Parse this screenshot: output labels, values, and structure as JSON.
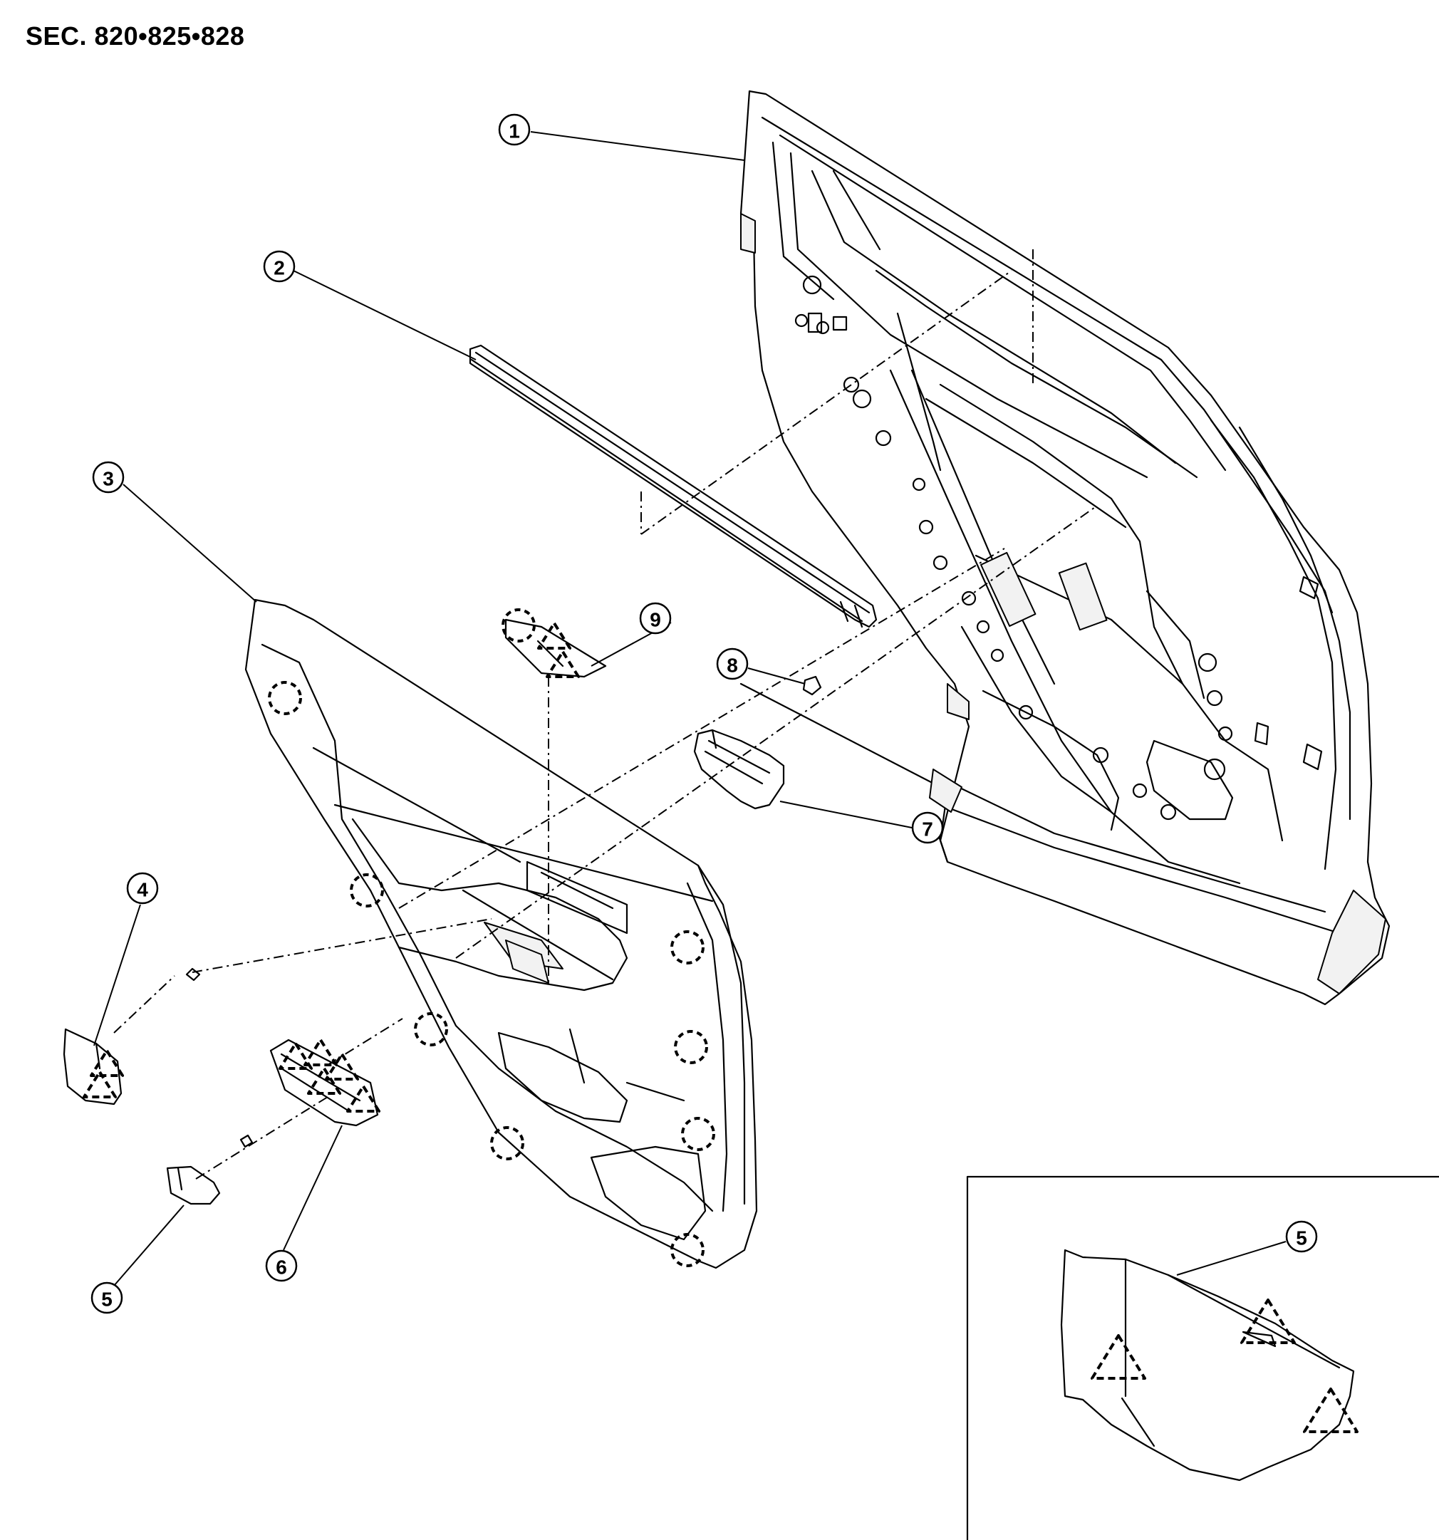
{
  "section_title": "SEC. 820•825•828",
  "callouts": [
    {
      "id": "c1",
      "label": "1"
    },
    {
      "id": "c2",
      "label": "2"
    },
    {
      "id": "c3",
      "label": "3"
    },
    {
      "id": "c4",
      "label": "4"
    },
    {
      "id": "c5",
      "label": "5"
    },
    {
      "id": "c6",
      "label": "6"
    },
    {
      "id": "c7",
      "label": "7"
    },
    {
      "id": "c8",
      "label": "8"
    },
    {
      "id": "c9",
      "label": "9"
    },
    {
      "id": "c5b",
      "label": "5"
    }
  ]
}
